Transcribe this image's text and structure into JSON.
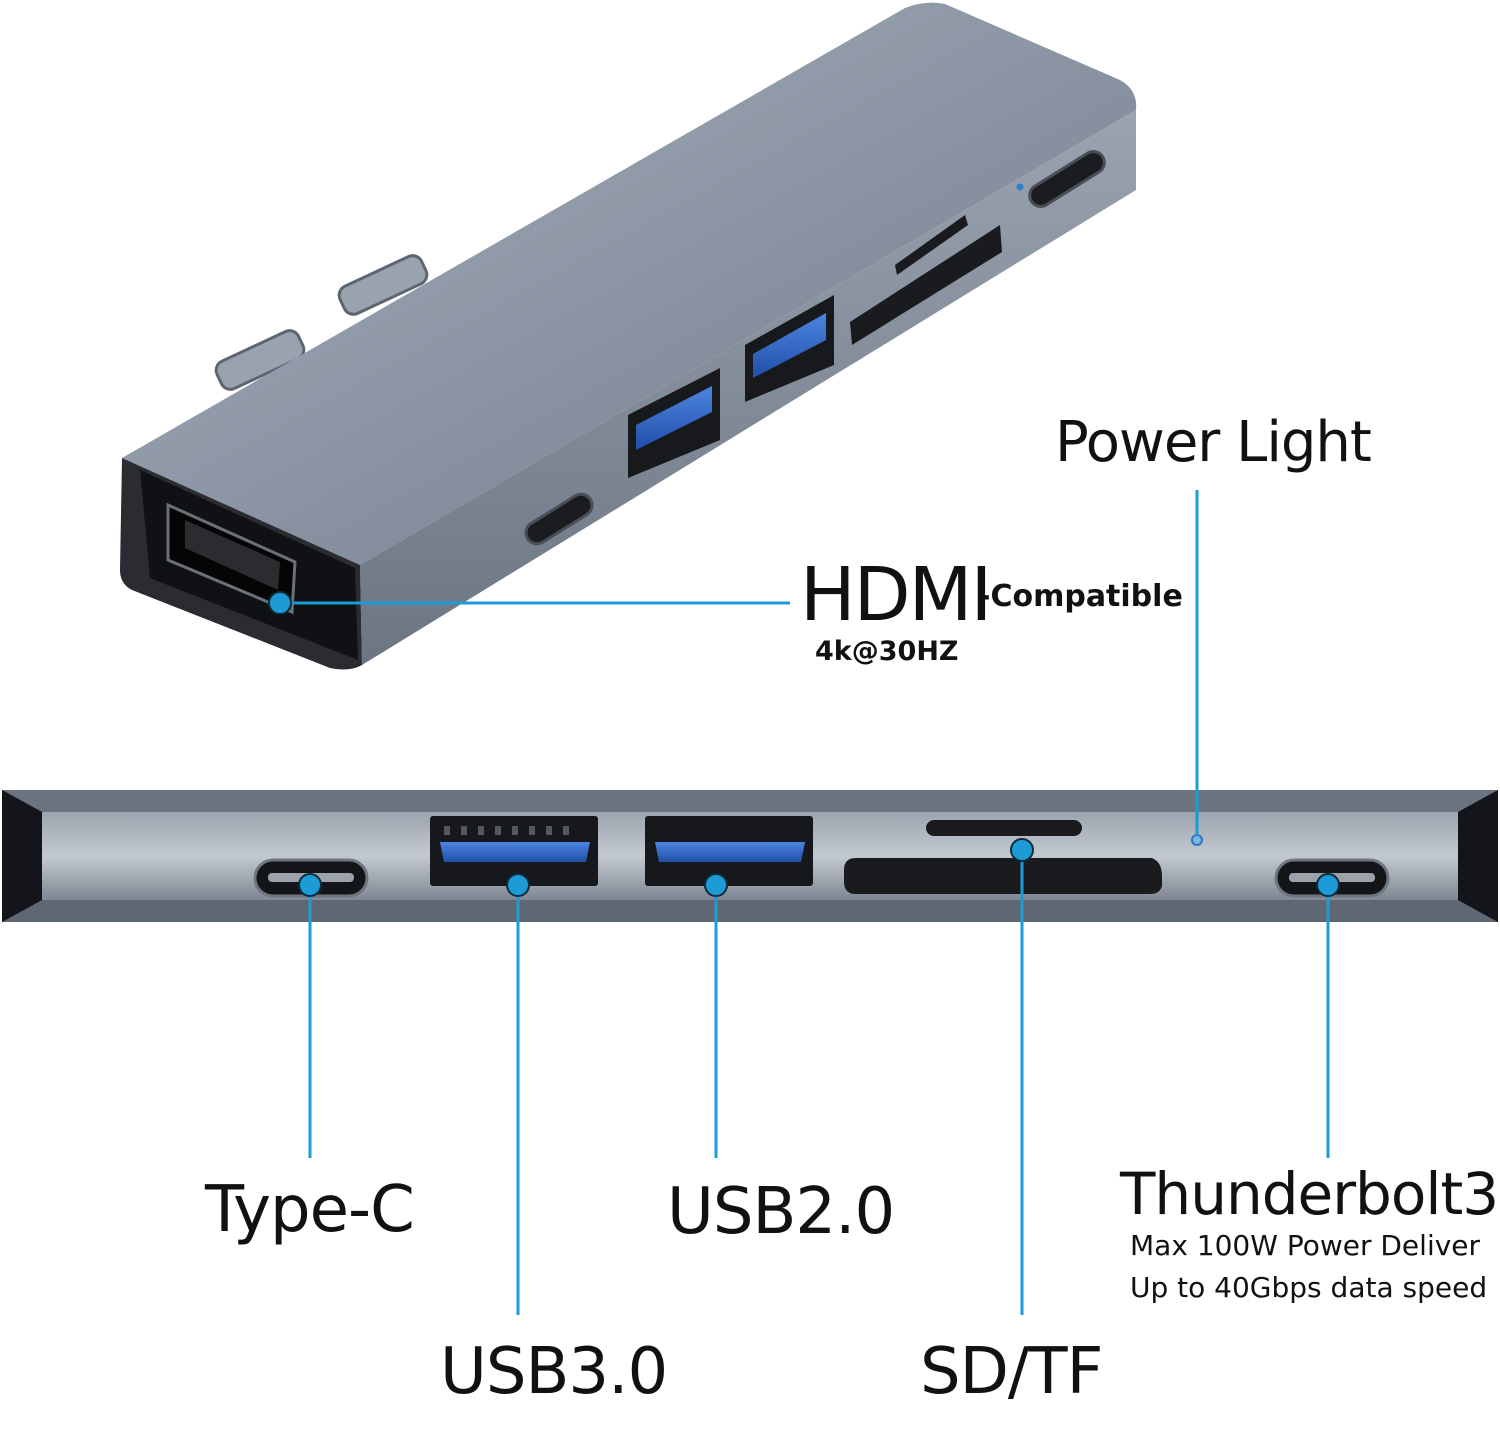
{
  "labels": {
    "power_light": "Power Light",
    "hdmi": "HDMI",
    "hdmi_suffix": "-Compatible",
    "hdmi_spec": "4k@30HZ",
    "type_c": "Type-C",
    "usb2": "USB2.0",
    "usb3": "USB3.0",
    "sd_tf": "SD/TF",
    "thunderbolt": "Thunderbolt3",
    "thunderbolt_power": "Max 100W Power Deliver",
    "thunderbolt_speed": "Up to 40Gbps data speed"
  },
  "colors": {
    "callout": "#1c9bd6",
    "hub_body": "#8d96a3",
    "port_dark": "#1e1f23",
    "usb3_blue": "#2f67c9"
  }
}
